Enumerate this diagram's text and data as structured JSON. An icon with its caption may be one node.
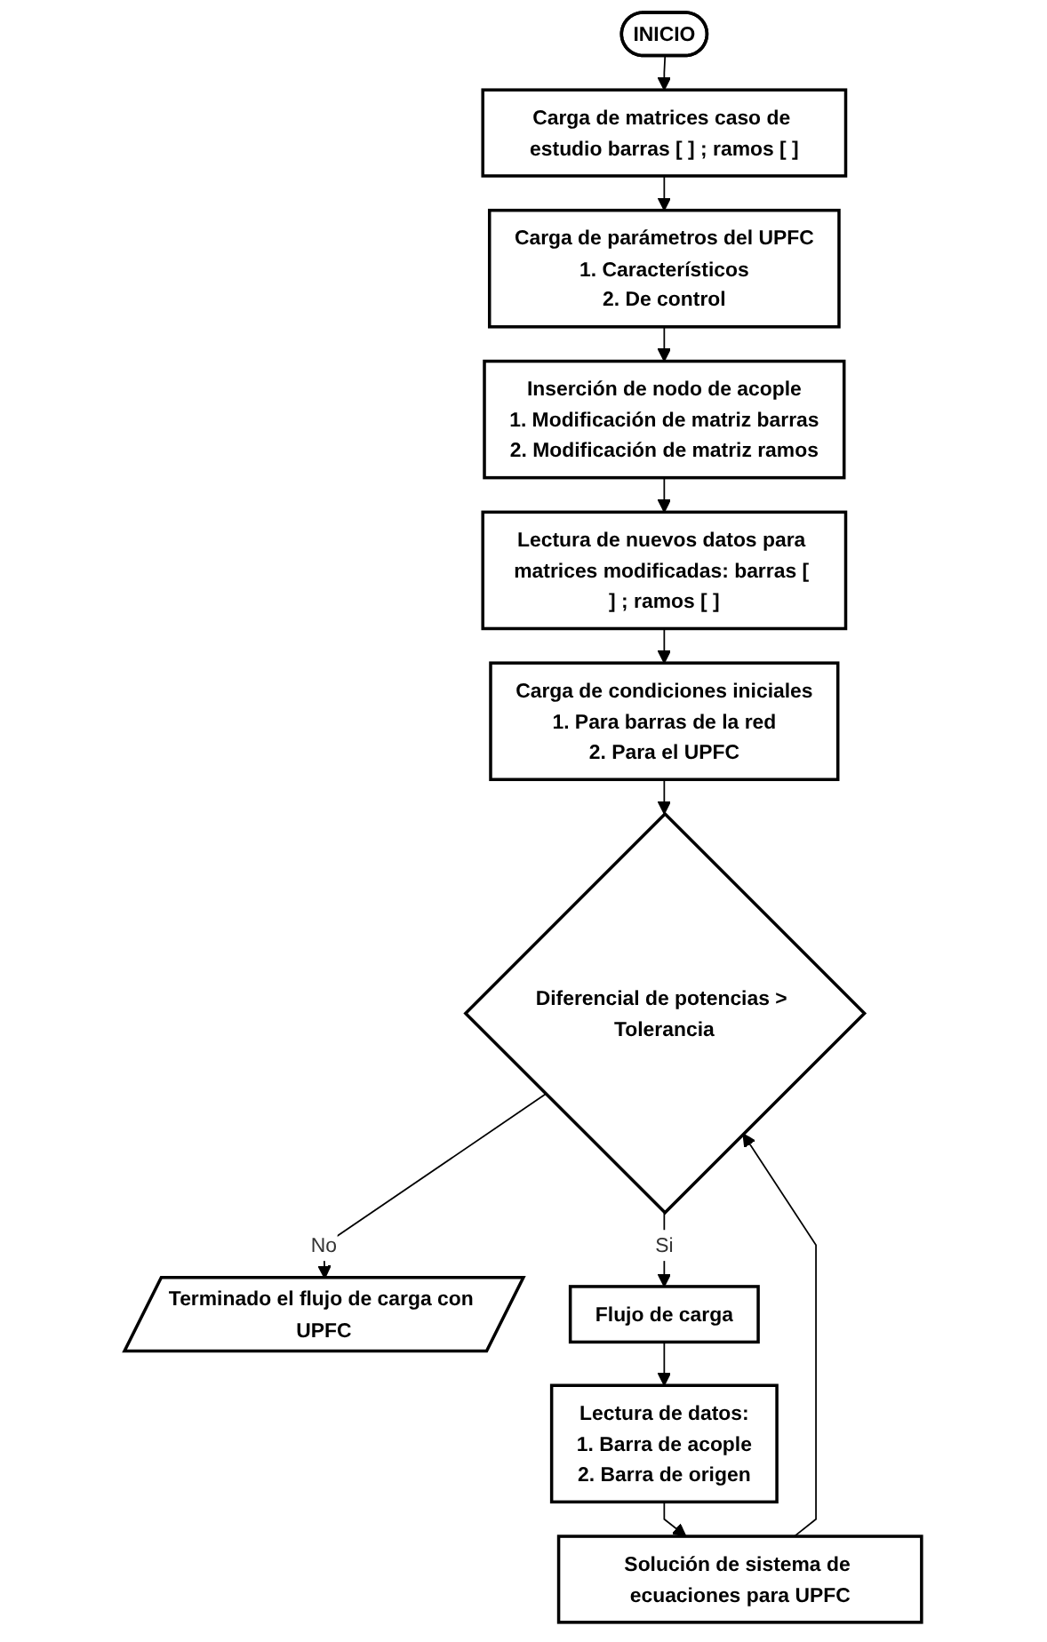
{
  "diagram": {
    "nodes": [
      {
        "text": [
          "INICIO"
        ]
      },
      {
        "text": [
          "Carga de matrices caso de estudio barras [ ] ; ramos [ ]"
        ]
      },
      {
        "text": [
          "Carga de parámetros del UPFC",
          "1. Característicos",
          "2. De control"
        ]
      },
      {
        "text": [
          "Inserción de nodo de acople",
          "1. Modificación de matriz barras",
          "2. Modificación de matriz ramos"
        ]
      },
      {
        "text": [
          "Lectura de nuevos datos para matrices modificadas: barras [ ] ; ramos [ ]"
        ]
      },
      {
        "text": [
          "Carga de condiciones iniciales",
          "1. Para barras de la red",
          "2. Para el UPFC"
        ]
      },
      {
        "text": [
          "Diferencial de potencias > Tolerancia"
        ]
      },
      {
        "text": [
          "Terminado el flujo de carga con UPFC"
        ]
      },
      {
        "text": [
          "Flujo de carga"
        ]
      },
      {
        "text": [
          "Lectura de datos:",
          "1. Barra de acople",
          "2. Barra de origen"
        ]
      },
      {
        "text": [
          "Solución de sistema de ecuaciones para UPFC"
        ]
      }
    ],
    "edges": [
      {
        "from": 0,
        "to": 1,
        "arrow": "to"
      },
      {
        "from": 1,
        "to": 2,
        "arrow": "to"
      },
      {
        "from": 2,
        "to": 3,
        "arrow": "to"
      },
      {
        "from": 3,
        "to": 4,
        "arrow": "to"
      },
      {
        "from": 4,
        "to": 5,
        "arrow": "to"
      },
      {
        "from": 5,
        "to": 6,
        "arrow": "to"
      },
      {
        "from": 6,
        "to": 7,
        "label": "No",
        "arrow": "to"
      },
      {
        "from": 6,
        "to": 8,
        "label": "Si",
        "arrow": "to"
      },
      {
        "from": 8,
        "to": 9,
        "arrow": "to"
      },
      {
        "from": 9,
        "to": 10,
        "arrow": "to"
      },
      {
        "from": 10,
        "to": 6,
        "arrow": "to"
      }
    ]
  }
}
